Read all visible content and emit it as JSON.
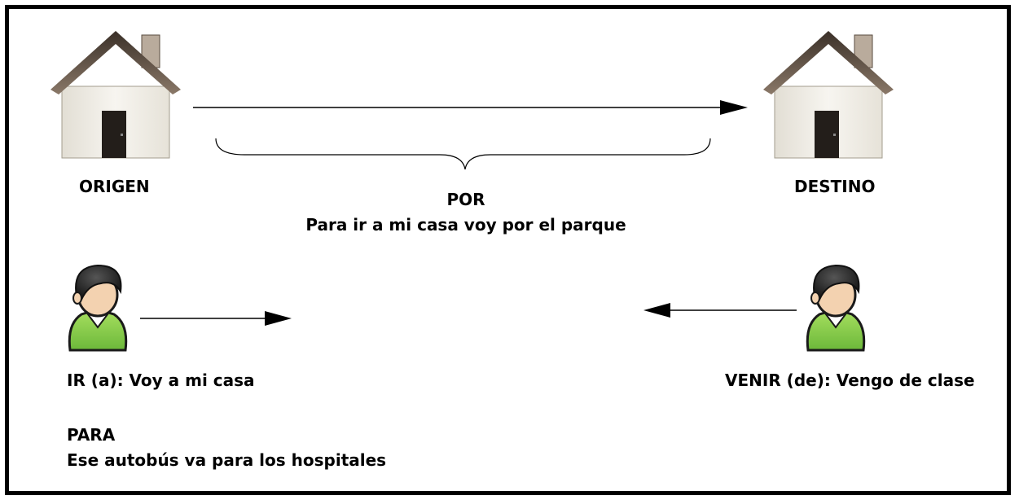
{
  "labels": {
    "origen": "ORIGEN",
    "destino": "DESTINO",
    "por_title": "POR",
    "por_example": "Para ir a mi casa voy por el parque",
    "ir": "IR (a): Voy a mi casa",
    "venir": "VENIR (de): Vengo de clase",
    "para_title": "PARA",
    "para_example": "Ese autobús va para los hospitales"
  },
  "icons": {
    "origin": "house-icon",
    "destination": "house-icon",
    "person_left": "person-icon",
    "person_right": "person-icon"
  },
  "colors": {
    "border": "#000000",
    "wall": "#f4f2ec",
    "roof": "#6b5a4a",
    "door": "#2a2420",
    "shirt": "#8cd44a",
    "hair": "#1a1a1a",
    "skin": "#f3d2b0"
  }
}
